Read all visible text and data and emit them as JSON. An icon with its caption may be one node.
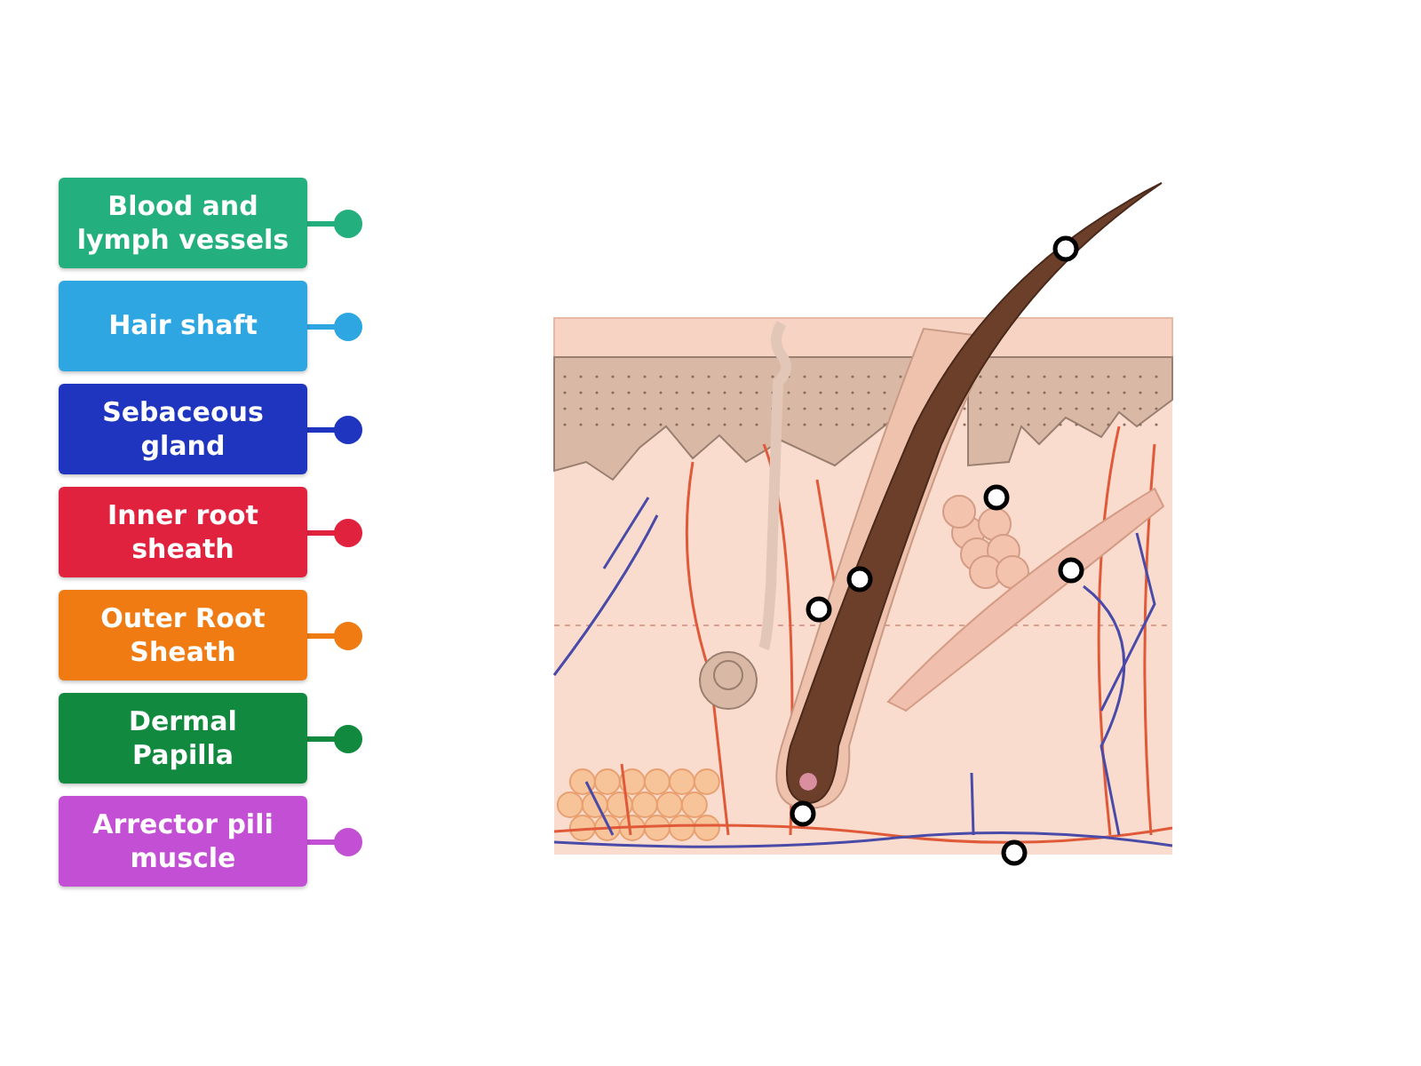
{
  "diagram": {
    "nodes": [
      {
        "text": [
          "Blood and lymph vessels"
        ]
      },
      {
        "text": [
          "Hair shaft"
        ]
      },
      {
        "text": [
          "Sebaceous gland"
        ]
      },
      {
        "text": [
          "Inner root sheath"
        ]
      },
      {
        "text": [
          "Outer Root Sheath"
        ]
      },
      {
        "text": [
          "Dermal Papilla"
        ]
      },
      {
        "text": [
          "Arrector pili muscle"
        ]
      },
      {
        "text": [],
        "shape": "circle"
      },
      {
        "text": [],
        "shape": "circle"
      },
      {
        "text": [],
        "shape": "circle"
      },
      {
        "text": [],
        "shape": "circle"
      },
      {
        "text": [],
        "shape": "circle"
      },
      {
        "text": [],
        "shape": "circle"
      },
      {
        "text": [],
        "shape": "circle"
      }
    ]
  }
}
